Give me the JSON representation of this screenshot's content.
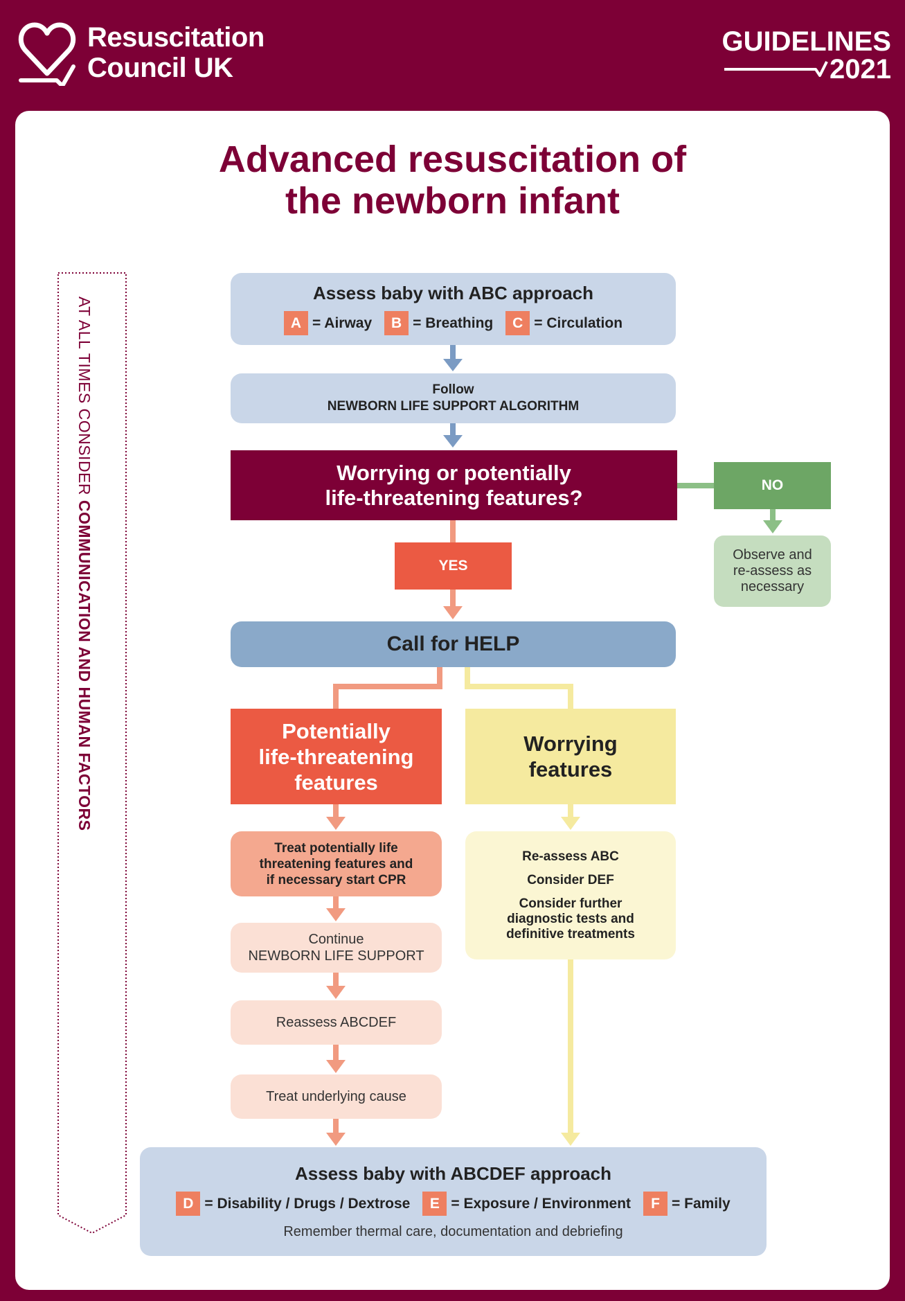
{
  "header": {
    "org_line1": "Resuscitation",
    "org_line2": "Council UK",
    "guidelines": "GUIDELINES",
    "year": "2021"
  },
  "title_line1": "Advanced resuscitation of",
  "title_line2": "the newborn infant",
  "side_note": {
    "plain": "AT ALL TIMES CONSIDER ",
    "bold": "COMMUNICATION AND HUMAN FACTORS"
  },
  "assess_abc": {
    "heading": "Assess baby with ABC approach",
    "items": [
      {
        "letter": "A",
        "text": "= Airway"
      },
      {
        "letter": "B",
        "text": "= Breathing"
      },
      {
        "letter": "C",
        "text": "= Circulation"
      }
    ]
  },
  "follow": {
    "line1": "Follow",
    "line2": "NEWBORN LIFE SUPPORT ALGORITHM"
  },
  "question": {
    "line1": "Worrying or potentially",
    "line2": "life-threatening features?"
  },
  "no_label": "NO",
  "observe": {
    "line1": "Observe and",
    "line2": "re-assess as",
    "line3": "necessary"
  },
  "yes_label": "YES",
  "help": "Call for HELP",
  "plt": {
    "line1": "Potentially",
    "line2": "life-threatening",
    "line3": "features"
  },
  "worrying": {
    "line1": "Worrying",
    "line2": "features"
  },
  "treat": {
    "line1": "Treat potentially life",
    "line2": "threatening features and",
    "line3": "if necessary start CPR"
  },
  "worrying_steps": {
    "p1": "Re-assess ABC",
    "p2": "Consider DEF",
    "p3_line1": "Consider further",
    "p3_line2": "diagnostic tests and",
    "p3_line3": "definitive treatments"
  },
  "continue": {
    "line1": "Continue",
    "line2": "NEWBORN LIFE SUPPORT"
  },
  "reassess": "Reassess ABCDEF",
  "underlying": "Treat underlying cause",
  "assess_abcdef": {
    "heading": "Assess baby with ABCDEF approach",
    "items": [
      {
        "letter": "D",
        "text": "= Disability / Drugs / Dextrose"
      },
      {
        "letter": "E",
        "text": "= Exposure / Environment"
      },
      {
        "letter": "F",
        "text": "=  Family"
      }
    ],
    "footer": "Remember thermal care, documentation and debriefing"
  },
  "colors": {
    "maroon": "#7d0036",
    "blue_light": "#c9d6e8",
    "blue_help": "#8aa9c9",
    "red": "#eb5a43",
    "salmon": "#f4a88f",
    "peach": "#fbe0d5",
    "yellow": "#f5ea9f",
    "yellow_light": "#fbf6d3",
    "green": "#6da665",
    "green_light": "#c5ddbf",
    "letter_badge": "#ee7f60"
  }
}
